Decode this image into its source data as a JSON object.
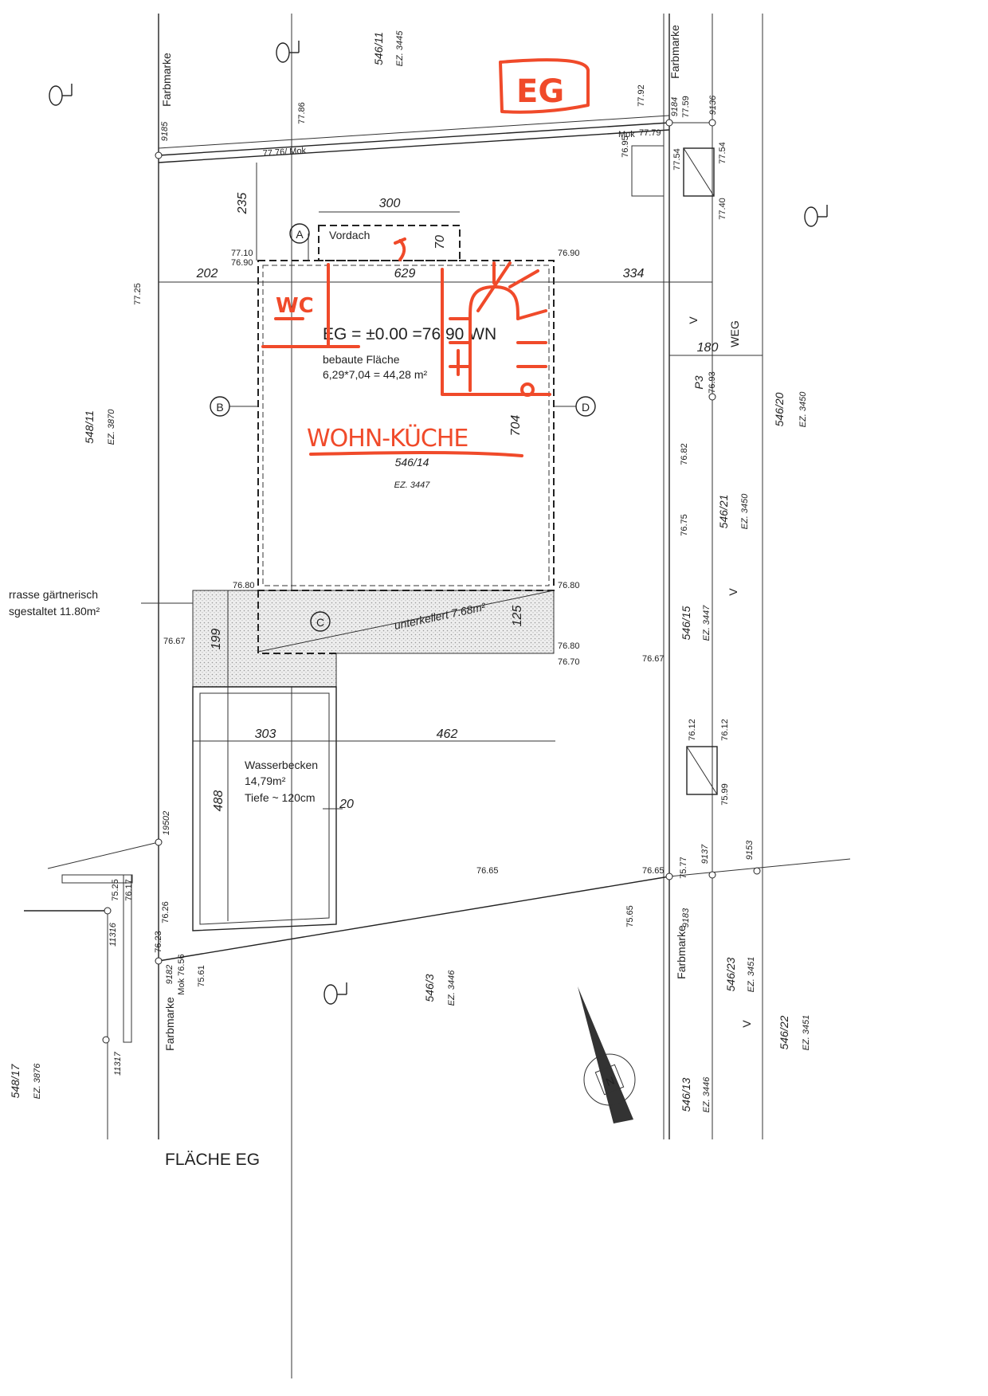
{
  "title": "FLÄCHE EG",
  "annotations": {
    "eg": "EG",
    "wc": "WC",
    "wohn_kueche": "WOHN-KÜCHE"
  },
  "colors": {
    "annotation": "#f04a2a",
    "ink": "#222222"
  },
  "house": {
    "level": "EG = ±0.00 =76.90 WN",
    "area_label": "bebaute Fläche",
    "area_calc": "6,29*7,04 = 44,28 m²",
    "parcel": "546/14",
    "parcel_ez": "EZ. 3447",
    "canopy": "Vordach",
    "axis_a": "A",
    "axis_b": "B",
    "axis_c": "C",
    "axis_d": "D"
  },
  "dimensions": {
    "d235": "235",
    "d300": "300",
    "d70": "70",
    "d202": "202",
    "d629": "629",
    "d334": "334",
    "d704": "704",
    "d180": "180",
    "d199": "199",
    "d125": "125",
    "d303": "303",
    "d462": "462",
    "d488": "488",
    "d20": "20"
  },
  "terrace": {
    "line1": "rrasse gärtnerisch",
    "line2": "sgestaltet 11.80m²",
    "basement": "unterkellert 7.68m²"
  },
  "pool": {
    "name": "Wasserbecken",
    "area": "14,79m²",
    "depth": "Tiefe ~ 120cm"
  },
  "road": {
    "name": "WEG",
    "p3": "P3",
    "v1": "V",
    "v2": "V",
    "v3": "V"
  },
  "compass": {
    "north": "N"
  },
  "parcels": [
    {
      "no": "546/11",
      "ez": "EZ. 3445"
    },
    {
      "no": "548/11",
      "ez": "EZ. 3870"
    },
    {
      "no": "546/20",
      "ez": "EZ. 3450"
    },
    {
      "no": "546/21",
      "ez": "EZ. 3450"
    },
    {
      "no": "546/15",
      "ez": "EZ. 3447"
    },
    {
      "no": "546/3",
      "ez": "EZ. 3446"
    },
    {
      "no": "546/23",
      "ez": "EZ. 3451"
    },
    {
      "no": "546/22",
      "ez": "EZ. 3451"
    },
    {
      "no": "546/13",
      "ez": "EZ. 3446"
    },
    {
      "no": "548/17",
      "ez": "EZ. 3876"
    }
  ],
  "markers": {
    "farbmarke": "Farbmarke",
    "p9185": "9185",
    "p9184": "9184",
    "p9136": "9136",
    "p9183": "9183",
    "p9182": "9182",
    "p9137": "9137",
    "p9153": "9153",
    "p19502": "19502",
    "p11316": "11316",
    "p11317": "11317",
    "mok": "Mok",
    "mok_a": "77.76/ Mok",
    "mok_b": "Mok 76.56"
  },
  "heights": {
    "h7786": "77.86",
    "h7792": "77.92",
    "h7759": "77.59",
    "h7779": "77.79",
    "h7695": "76.95",
    "h7754a": "77.54",
    "h7754b": "77.54",
    "h7740": "77.40",
    "h7710": "77.10",
    "h7690a": "76.90",
    "h7690b": "76.90",
    "h7725": "77.25",
    "h7693": "76.93",
    "h7682": "76.82",
    "h7675": "76.75",
    "h7680a": "76.80",
    "h7680b": "76.80",
    "h7680c": "76.80",
    "h7670": "76.70",
    "h7667a": "76.67",
    "h7667b": "76.67",
    "h7612a": "76.12",
    "h7612b": "76.12",
    "h7599": "75.99",
    "h7665a": "76.65",
    "h7665b": "76.65",
    "h7577": "75.77",
    "h7525": "75.25",
    "h7617": "76.17",
    "h7626": "76.26",
    "h7623": "76.23",
    "h7565": "75.65",
    "h7561": "75.61"
  }
}
